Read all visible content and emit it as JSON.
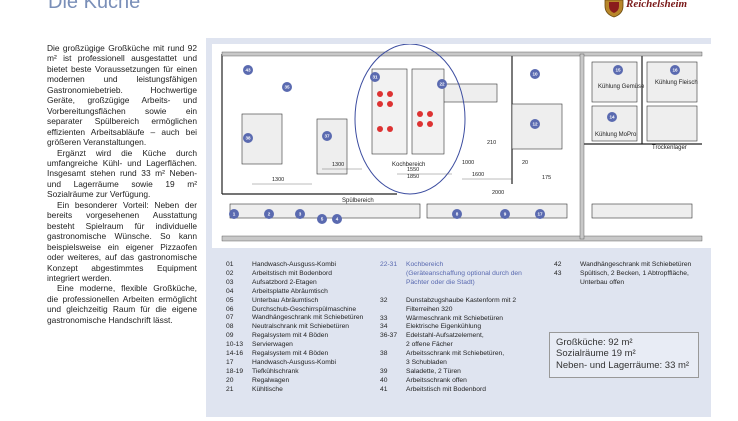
{
  "page": {
    "title": "Die Küche",
    "logo_text": "Reichelsheim"
  },
  "intro_paragraphs": [
    "Die großzügige Großküche mit rund 92 m² ist professionell ausgestattet und bietet beste Voraussetzungen für einen modernen und leistungsfähigen Gastronomiebetrieb. Hochwertige Geräte, großzügige Arbeits- und Vorbereitungsflächen sowie ein separater Spülbereich ermöglichen effizienten Arbeitsabläufe – auch bei größeren Veranstaltungen.",
    "Ergänzt wird die Küche durch umfangreiche Kühl- und Lagerflächen. Insgesamt stehen rund 33 m² Neben- und Lagerräume sowie 19 m² Sozialräume zur Verfügung.",
    "Ein besonderer Vorteil: Neben der bereits vorgesehenen Ausstattung besteht Spielraum für individuelle gastronomische Wünsche. So kann beispielsweise ein eigener Pizzaofen oder weiteres, auf das gastronomische Konzept abgestimmtes Equipment integriert werden.",
    "Eine moderne, flexible Großküche, die professionellen Arbeiten ermöglicht und gleichzeitig Raum für die eigene gastronomische Handschrift lässt."
  ],
  "plan": {
    "room_labels": {
      "kuehlung_gemuese": "Kühlung Gemüse",
      "kuehlung_fleisch": "Kühlung Fleisch",
      "kuehlung_mopro": "Kühlung MoPro",
      "trockenlager": "Trockenlager",
      "kochbereich": "Kochbereich",
      "spuelbereich": "Spülbereich"
    },
    "dimensions": [
      "1300",
      "1300",
      "1550",
      "1850",
      "1600",
      "1000",
      "2000",
      "175",
      "20",
      "210"
    ]
  },
  "legend": {
    "col1": [
      {
        "num": "01",
        "text": "Handwasch-Ausguss-Kombi"
      },
      {
        "num": "02",
        "text": "Arbeitstisch mit Bodenbord"
      },
      {
        "num": "03",
        "text": "Aufsatzbord 2-Etagen"
      },
      {
        "num": "04",
        "text": "Arbeitsplatte Abräumtisch"
      },
      {
        "num": "05",
        "text": "Unterbau Abräumtisch"
      },
      {
        "num": "06",
        "text": "Durchschub-Geschirrspülmaschine"
      },
      {
        "num": "07",
        "text": "Wandhängeschrank mit Schiebetüren"
      },
      {
        "num": "08",
        "text": "Neutralschrank mit Schiebetüren"
      },
      {
        "num": "09",
        "text": "Regalsystem mit 4 Böden"
      },
      {
        "num": "10-13",
        "text": "Servierwagen"
      },
      {
        "num": "14-16",
        "text": "Regalsystem mit 4 Böden"
      },
      {
        "num": "17",
        "text": "Handwasch-Ausguss-Kombi"
      },
      {
        "num": "18-19",
        "text": "Tiefkühlschrank"
      },
      {
        "num": "20",
        "text": "Regalwagen"
      },
      {
        "num": "21",
        "text": "Kühltische"
      }
    ],
    "col2_highlight": {
      "num": "22-31",
      "text": "Kochbereich",
      "note": "(Geräteanschaffung optional durch den Pächter oder die Stadt)"
    },
    "col2": [
      {
        "num": "32",
        "text": "Dunstabzugshaube Kastenform mit 2"
      },
      {
        "num": "",
        "text": "Filterreihen 320"
      },
      {
        "num": "33",
        "text": "Wärmeschrank mit Schiebetüren"
      },
      {
        "num": "34",
        "text": "Elektrische Eigenkühlung"
      },
      {
        "num": "36-37",
        "text": "Edelstahl-Aufsatzelement,"
      },
      {
        "num": "",
        "text": "2 offene Fächer"
      },
      {
        "num": "38",
        "text": "Arbeitsschrank mit Schiebetüren,"
      },
      {
        "num": "",
        "text": "3 Schubladen"
      },
      {
        "num": "39",
        "text": "Saladette, 2 Türen"
      },
      {
        "num": "40",
        "text": "Arbeitsschrank offen"
      },
      {
        "num": "41",
        "text": "Arbeitstisch mit Bodenbord"
      }
    ],
    "col3": [
      {
        "num": "42",
        "text": "Wandhängeschrank mit Schiebetüren"
      },
      {
        "num": "43",
        "text": "Spültisch, 2 Becken, 1 Abtropffläche,"
      },
      {
        "num": "",
        "text": "Unterbau offen"
      }
    ]
  },
  "summary": [
    "Großküche: 92 m²",
    "Sozialräume 19 m²",
    "Neben- und Lagerräume: 33 m²"
  ],
  "colors": {
    "accent": "#5a6ab0",
    "panel": "#dfe4f0",
    "title": "#7a8fb8"
  }
}
